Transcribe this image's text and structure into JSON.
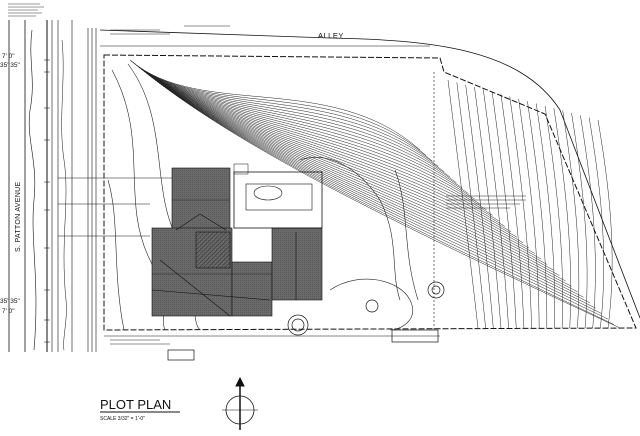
{
  "drawing": {
    "title": "PLOT PLAN",
    "scale_note": "SCALE 3/32\" = 1'-0\"",
    "street_label": "S. PATTON AVENUE",
    "alley_label": "ALLEY",
    "dim_top_1": "7' 0\"",
    "dim_top_2": "35' 35\"",
    "dim_bottom_1": "35' 35\"",
    "dim_bottom_2": "7' 0\""
  },
  "icons": {
    "north_arrow": "north-arrow-icon",
    "tree": "tree-icon"
  },
  "colors": {
    "line": "#1a1a1a",
    "roof_fill": "#6b6b6b",
    "roof_dark": "#4f4f4f",
    "background": "#ffffff"
  }
}
